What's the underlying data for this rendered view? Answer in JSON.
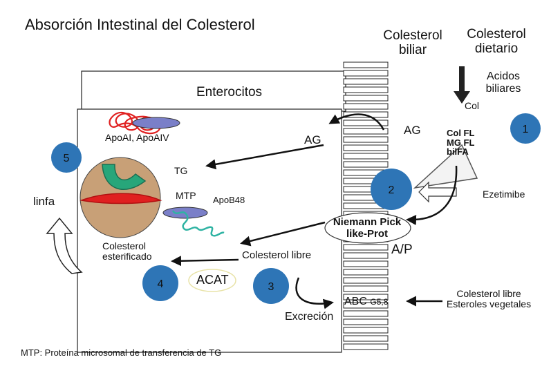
{
  "title": "Absorción Intestinal del Colesterol",
  "labels": {
    "colesterol_biliar": [
      "Colesterol",
      "biliar"
    ],
    "colesterol_dietario": [
      "Colesterol",
      "dietario"
    ],
    "acidos_biliares": [
      "Acidos",
      "biliares"
    ],
    "col": "Col",
    "enterocitos": "Enterocitos",
    "ag_left": "AG",
    "ag_right": "AG",
    "apo_ai": "ApoAI, ApoAIV",
    "tg": "TG",
    "mtp": "MTP",
    "apo_b48": "ApoB48",
    "linfa": "linfa",
    "colesterol_esterificado": [
      "Colesterol",
      "esterificado"
    ],
    "acat": "ACAT",
    "colesterol_libre_center": "Colesterol libre",
    "excrecion": "Excreción",
    "niemann": [
      "Niemann Pick",
      "like-Prot"
    ],
    "ap": "A/P",
    "abc": "ABC",
    "abc_sub": "G5,8",
    "micelle": [
      "Col  FL",
      "MG   FL",
      "bilFA"
    ],
    "ezetimibe": "Ezetimibe",
    "colesterol_libre_right": [
      "Colesterol libre",
      "Esteroles vegetales"
    ],
    "footnote": "MTP: Proteína microsomal de transferencia de TG"
  },
  "badges": [
    "1",
    "2",
    "3",
    "4",
    "5"
  ],
  "colors": {
    "badge_blue": "#2e75b6",
    "lipid_red": "#e02020",
    "droplet_tan": "#c8a077",
    "mtp_green": "#27a67a",
    "apo_purple": "#7a7fc8",
    "chain_teal": "#2fb3a3"
  }
}
